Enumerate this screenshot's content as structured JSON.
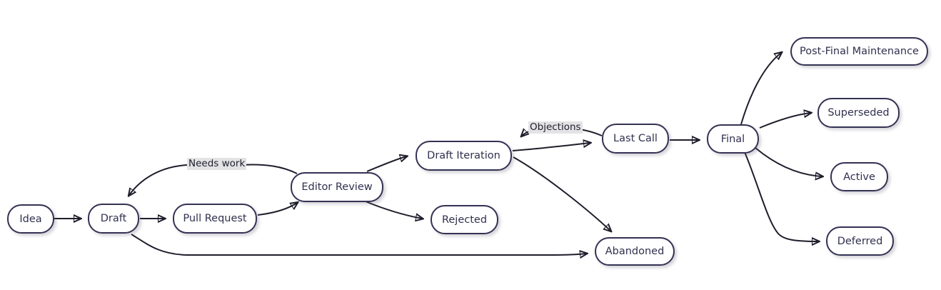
{
  "diagram": {
    "type": "flowchart",
    "direction": "left-to-right",
    "colors": {
      "background": "#ffffff",
      "node_fill": "#ffffff",
      "node_border": "#343253",
      "node_text": "#30304f",
      "edge_line": "#1e1e2b",
      "edge_label_background": "#e3e3e5"
    },
    "nodes": [
      {
        "id": "idea",
        "label": "Idea"
      },
      {
        "id": "draft",
        "label": "Draft"
      },
      {
        "id": "pull-request",
        "label": "Pull Request"
      },
      {
        "id": "editor-review",
        "label": "Editor Review"
      },
      {
        "id": "draft-iteration",
        "label": "Draft Iteration"
      },
      {
        "id": "rejected",
        "label": "Rejected"
      },
      {
        "id": "last-call",
        "label": "Last Call"
      },
      {
        "id": "final",
        "label": "Final"
      },
      {
        "id": "post-final-maintenance",
        "label": "Post-Final Maintenance"
      },
      {
        "id": "superseded",
        "label": "Superseded"
      },
      {
        "id": "active",
        "label": "Active"
      },
      {
        "id": "deferred",
        "label": "Deferred"
      },
      {
        "id": "abandoned",
        "label": "Abandoned"
      }
    ],
    "edge_labels": [
      {
        "id": "needs-work",
        "label": "Needs work",
        "from": "Editor Review",
        "to": "Draft"
      },
      {
        "id": "objections",
        "label": "Objections",
        "from": "Last Call",
        "to": "Draft Iteration"
      }
    ],
    "edges": [
      "Idea -> Draft",
      "Draft -> Pull Request",
      "Pull Request -> Editor Review",
      "Editor Review -> Draft (Needs work)",
      "Editor Review -> Draft Iteration",
      "Editor Review -> Rejected",
      "Draft Iteration -> Last Call",
      "Last Call -> Draft Iteration (Objections)",
      "Last Call -> Final",
      "Final -> Post-Final Maintenance",
      "Final -> Superseded",
      "Final -> Active",
      "Final -> Deferred",
      "Draft -> Abandoned",
      "Draft Iteration -> Abandoned"
    ]
  }
}
